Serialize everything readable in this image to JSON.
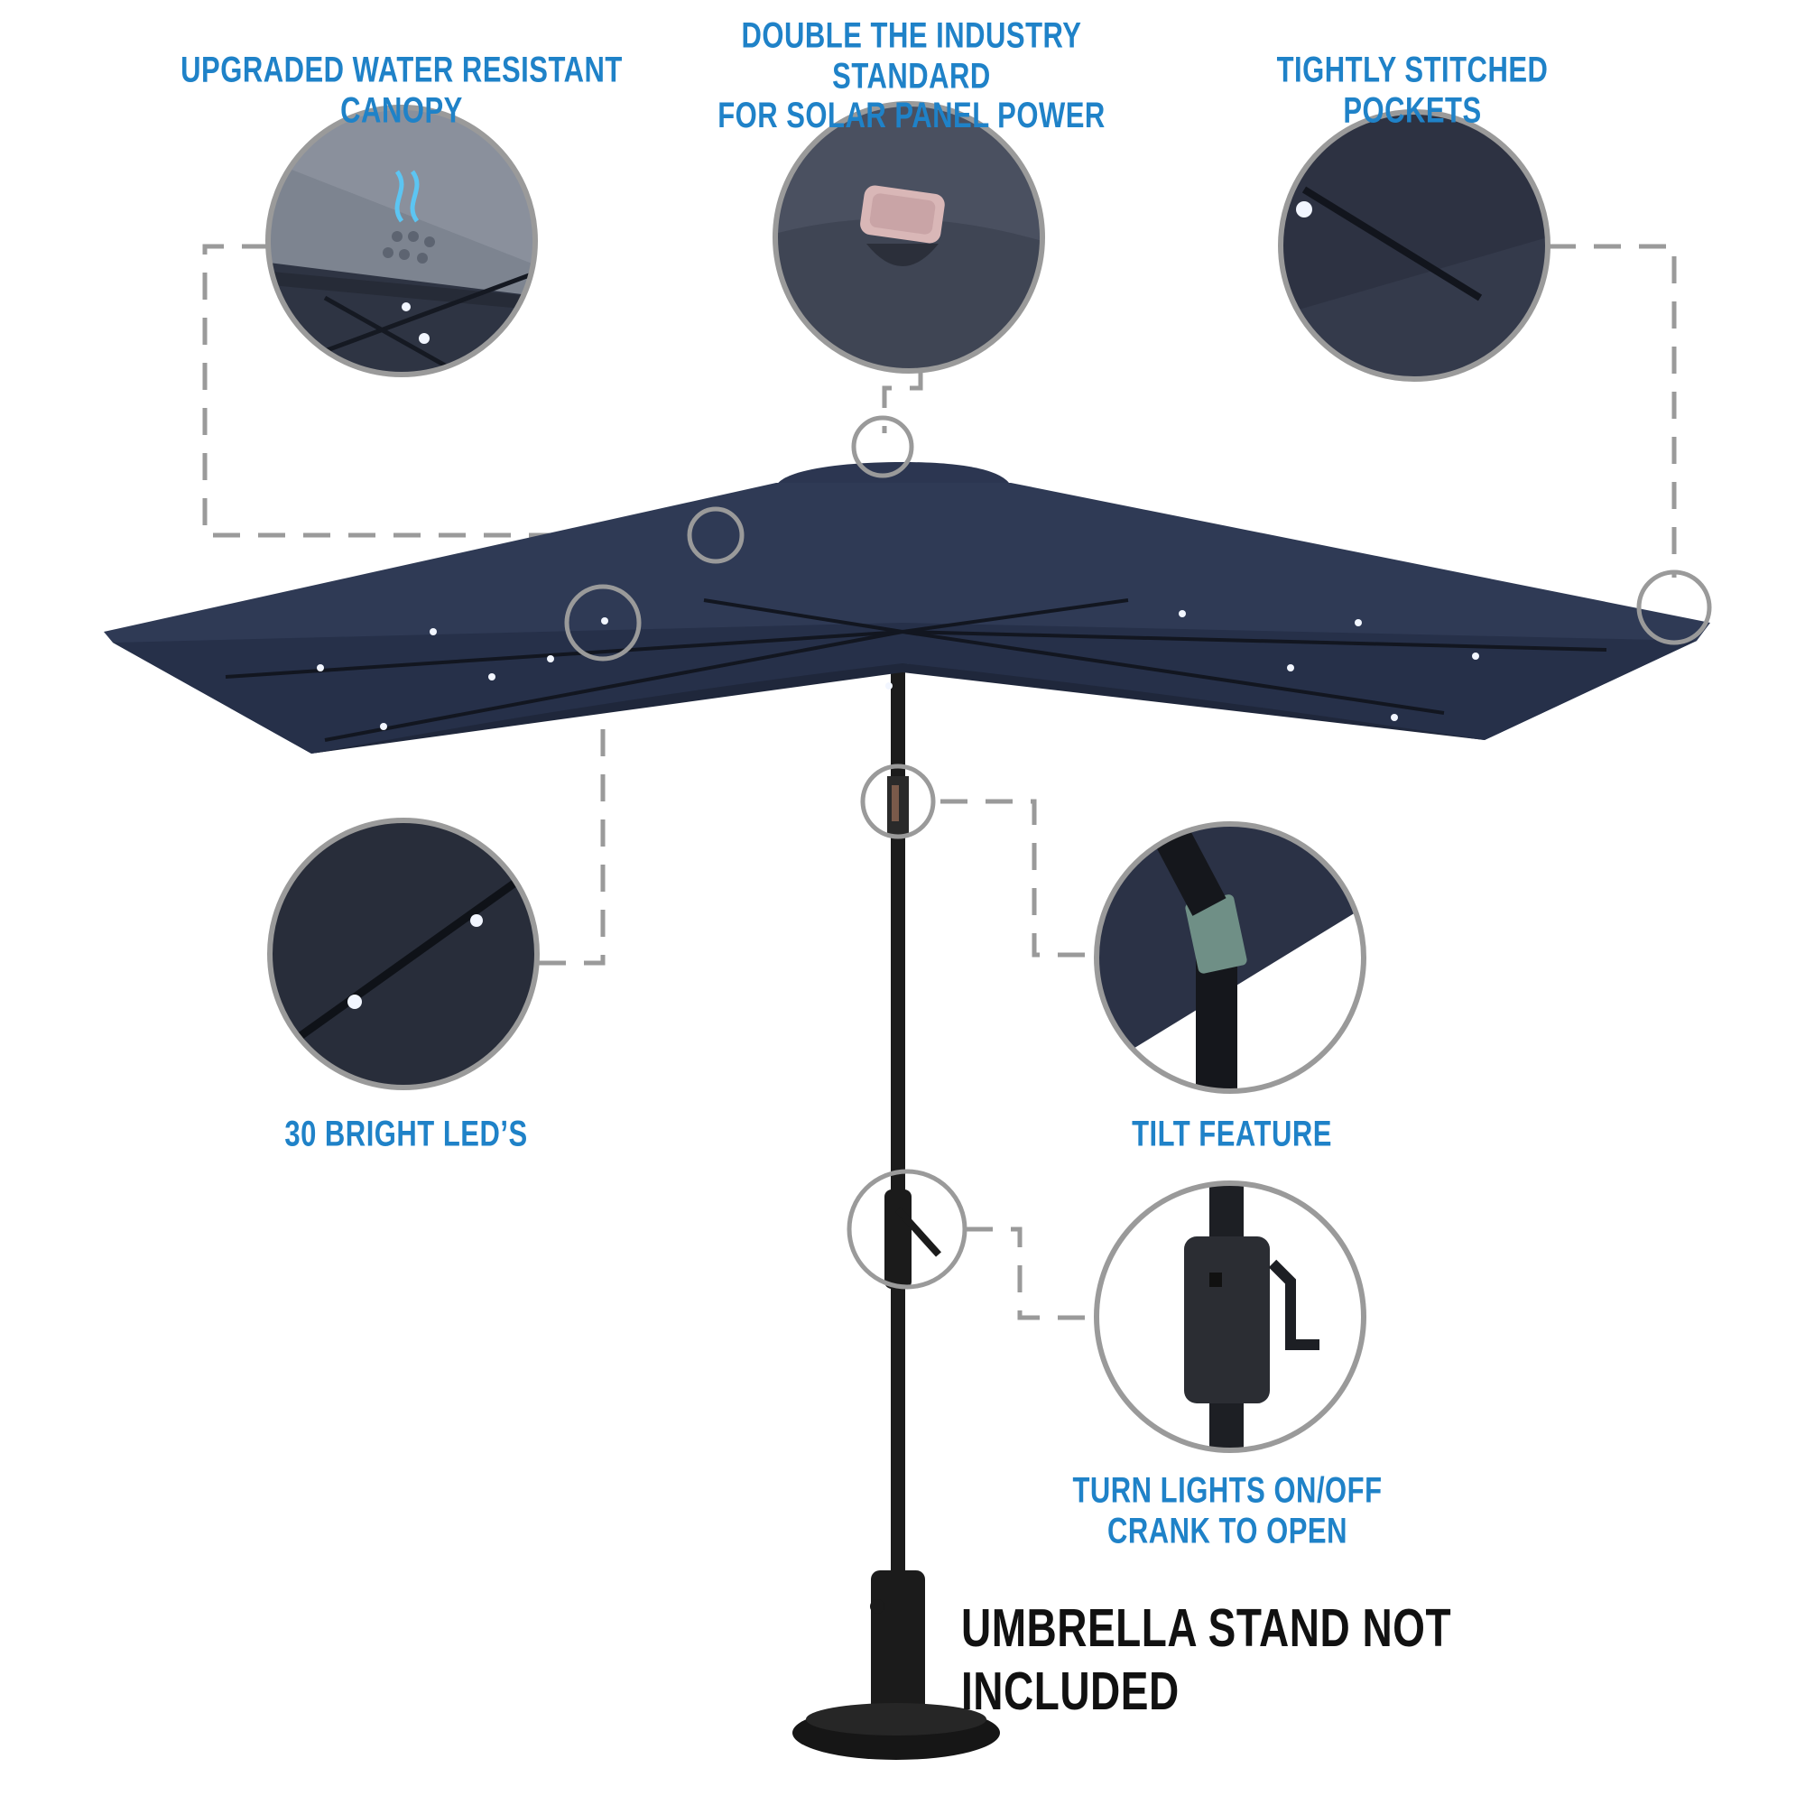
{
  "features": [
    {
      "id": "canopy",
      "lines": [
        "UPGRADED WATER RESISTANT CANOPY"
      ]
    },
    {
      "id": "solar",
      "lines": [
        "DOUBLE THE INDUSTRY STANDARD",
        "FOR SOLAR PANEL POWER"
      ]
    },
    {
      "id": "pockets",
      "lines": [
        "TIGHTLY STITCHED POCKETS"
      ]
    },
    {
      "id": "leds",
      "lines": [
        "30 BRIGHT LED’S"
      ]
    },
    {
      "id": "tilt",
      "lines": [
        "TILT FEATURE"
      ]
    },
    {
      "id": "crank",
      "lines": [
        "TURN LIGHTS ON/OFF",
        "CRANK TO OPEN"
      ]
    }
  ],
  "note": "UMBRELLA STAND NOT INCLUDED",
  "colors": {
    "accent": "#1f82c8",
    "canopy": "#2f3a55",
    "canopy_dark": "#232b40",
    "callout_ring": "#9a9a9a",
    "pole": "#1b1b1b",
    "led": "#f2f6ff",
    "solar_panel": "#d9b7b7"
  },
  "icons": [
    "water-drop-icon",
    "evaporation-arrows-icon",
    "solar-panel-icon",
    "led-light-icon",
    "switch-icon",
    "crank-handle-icon"
  ]
}
